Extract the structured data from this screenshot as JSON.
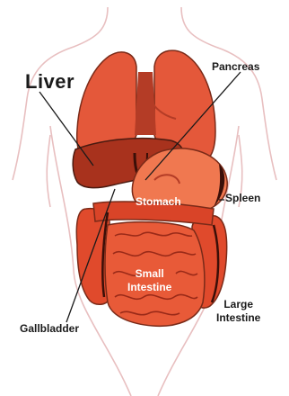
{
  "labels": {
    "liver": "Liver",
    "pancreas": "Pancreas",
    "stomach": "Stomach",
    "spleen": "Spleen",
    "small_intestine": [
      "Small",
      "Intestine"
    ],
    "large_intestine": [
      "Large",
      "Intestine"
    ],
    "gallbladder": "Gallbladder"
  },
  "colors": {
    "outline": "#2a2a2a",
    "body_outline": "#e8bfc0",
    "lungs": "#e4583a",
    "lungs_dark": "#b43c26",
    "liver": "#a8321d",
    "stomach": "#f07850",
    "intestine": "#e04a2c",
    "intestine_dark": "#9a2a18"
  }
}
